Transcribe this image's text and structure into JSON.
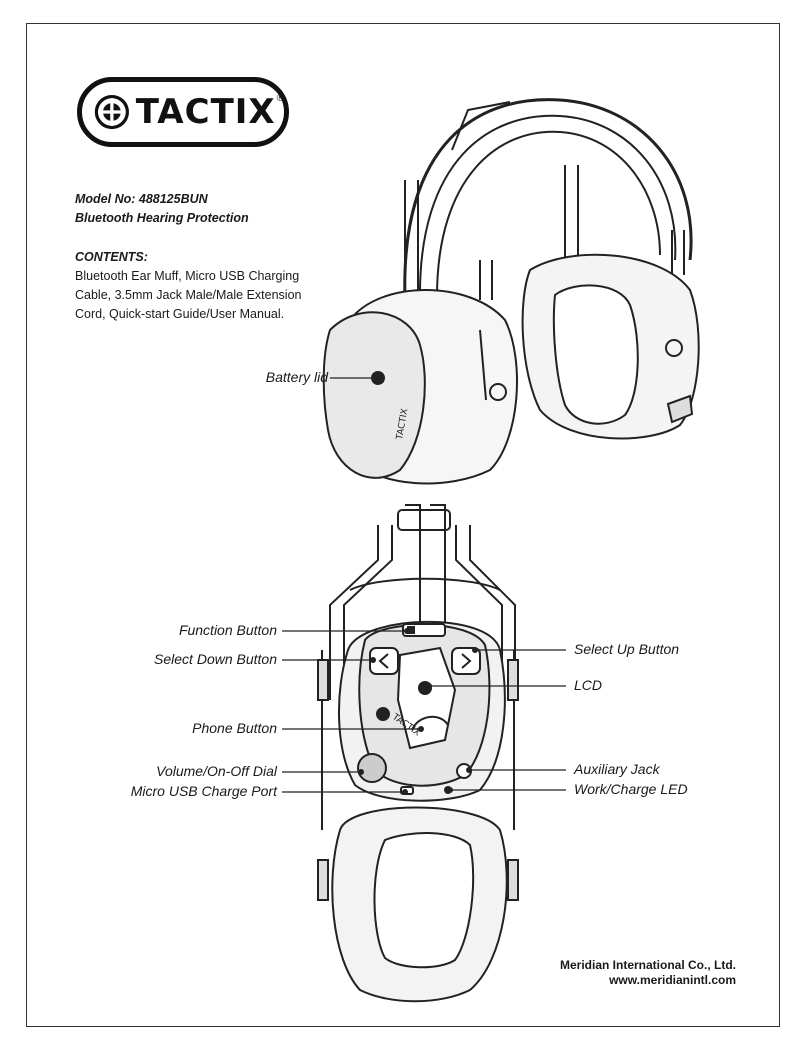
{
  "brand": {
    "name": "TACTIX",
    "reg": "®"
  },
  "model": {
    "line1": "Model No: 488125BUN",
    "line2": "Bluetooth Hearing Protection"
  },
  "contents": {
    "title": "CONTENTS:",
    "body": "Bluetooth Ear Muff, Micro USB Charging Cable, 3.5mm Jack Male/Male Extension Cord, Quick-start Guide/User Manual."
  },
  "callouts": {
    "battery_lid": "Battery lid",
    "function_button": "Function Button",
    "select_down_button": "Select  Down Button",
    "phone_button": "Phone Button",
    "volume_dial": "Volume/On-Off Dial",
    "micro_usb": "Micro USB Charge Port",
    "select_up_button": "Select Up Button",
    "lcd": "LCD",
    "auxiliary_jack": "Auxiliary Jack",
    "work_charge_led": "Work/Charge LED"
  },
  "footer": {
    "company": "Meridian International Co., Ltd.",
    "website": "www.meridianintl.com"
  }
}
